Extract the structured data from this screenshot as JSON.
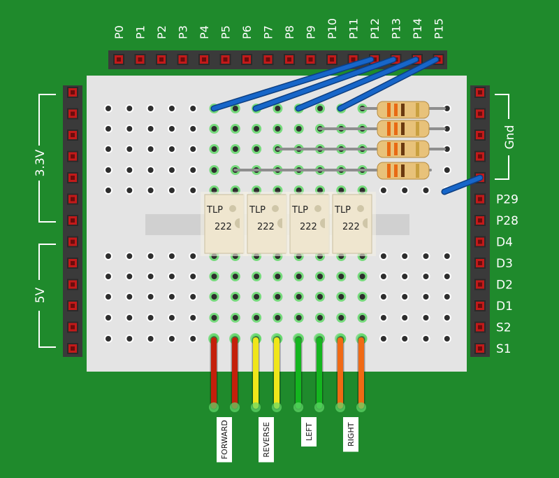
{
  "colors": {
    "background": "#1f8a2c",
    "board": "#e4e4e4",
    "header": "#3a3a3a",
    "pin": "#c21a1a",
    "hole": "#2e2e2e",
    "hole_glow": "#63d86a",
    "blue_wire": "#1766c9",
    "gray_wire": "#8e8e8e",
    "red_wire": "#c4200b",
    "yellow_wire": "#f0e61a",
    "green_wire": "#14b51f",
    "orange_wire": "#f06a14",
    "chip": "#efe6cf",
    "label_text": "#ffffff"
  },
  "top_header": {
    "pins": [
      "P0",
      "P1",
      "P2",
      "P3",
      "P4",
      "P5",
      "P6",
      "P7",
      "P8",
      "P9",
      "P10",
      "P11",
      "P12",
      "P13",
      "P14",
      "P15"
    ]
  },
  "left_header": {
    "groups": [
      {
        "label": "3.3V"
      },
      {
        "label": "5V"
      }
    ]
  },
  "right_header": {
    "group_label": "Gnd",
    "pins": [
      "P29",
      "P28",
      "D4",
      "D3",
      "D2",
      "D1",
      "S2",
      "S1"
    ]
  },
  "chips": [
    {
      "line1": "TLP",
      "line2": "222"
    },
    {
      "line1": "TLP",
      "line2": "222"
    },
    {
      "line1": "TLP",
      "line2": "222"
    },
    {
      "line1": "TLP",
      "line2": "222"
    }
  ],
  "resistors": [
    {
      "id": "r1"
    },
    {
      "id": "r2"
    },
    {
      "id": "r3"
    },
    {
      "id": "r4"
    }
  ],
  "signal_wires": [
    {
      "label": "FORWARD",
      "color": "#c4200b"
    },
    {
      "label": "REVERSE",
      "color": "#f0e61a"
    },
    {
      "label": "LEFT",
      "color": "#14b51f"
    },
    {
      "label": "RIGHT",
      "color": "#f06a14"
    }
  ]
}
